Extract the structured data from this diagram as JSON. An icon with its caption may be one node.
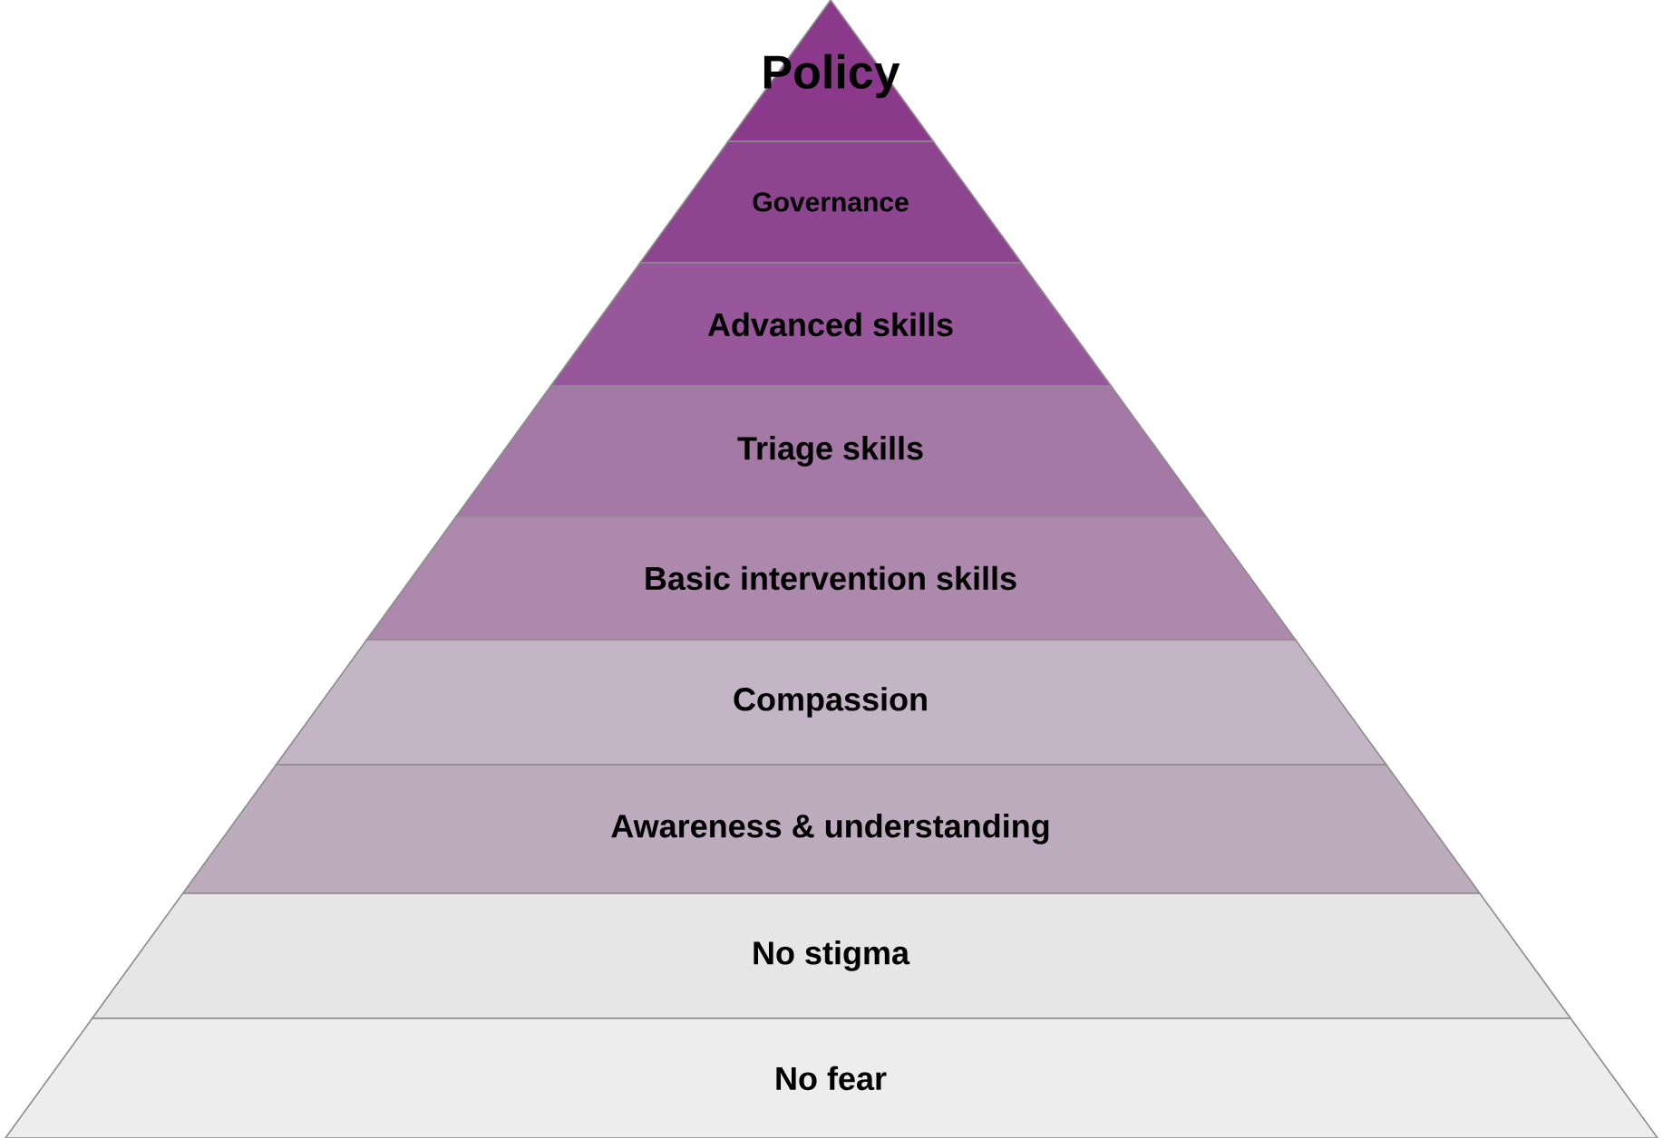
{
  "diagram": {
    "nodes": [
      {
        "text": [
          "Policy"
        ]
      },
      {
        "text": [
          "Governance"
        ]
      },
      {
        "text": [
          "Advanced skills"
        ]
      },
      {
        "text": [
          "Triage skills"
        ]
      },
      {
        "text": [
          "Basic intervention skills"
        ]
      },
      {
        "text": [
          "Compassion"
        ]
      },
      {
        "text": [
          "Awareness & understanding"
        ]
      },
      {
        "text": [
          "No stigma"
        ]
      },
      {
        "text": [
          "No fear"
        ]
      }
    ]
  }
}
